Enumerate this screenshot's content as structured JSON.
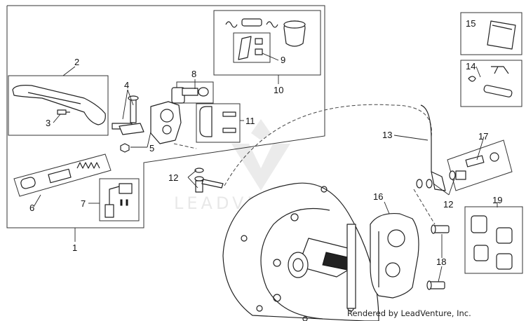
{
  "callouts": {
    "c1": "1",
    "c2": "2",
    "c3": "3",
    "c4": "4",
    "c5": "5",
    "c6": "6",
    "c7": "7",
    "c8": "8",
    "c9": "9",
    "c10": "10",
    "c11": "11",
    "c12a": "12",
    "c12b": "12",
    "c13": "13",
    "c14": "14",
    "c15": "15",
    "c16": "16",
    "c17": "17",
    "c18": "18",
    "c19": "19"
  },
  "watermark": "LEADVENTURE",
  "credit": "Rendered by LeadVenture, Inc."
}
